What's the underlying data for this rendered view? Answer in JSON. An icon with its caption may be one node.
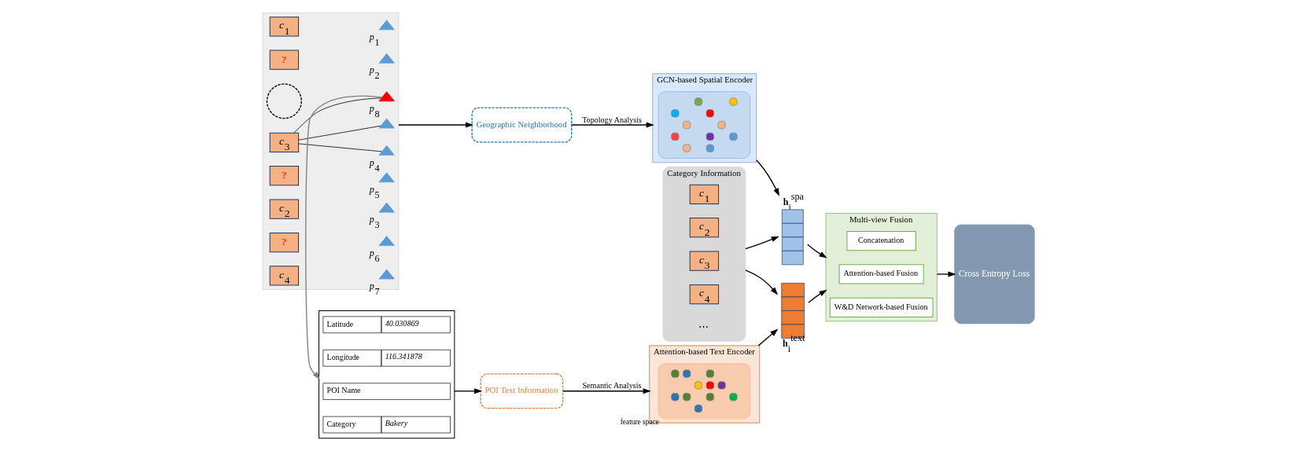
{
  "diagram": {
    "nodes": [
      {
        "text": [],
        "shape": "picture"
      },
      {
        "text": [
          "*c*$_{1}$"
        ],
        "in": 0
      },
      {
        "text": [],
        "shape": "triangle",
        "in": 0,
        "beside": [
          "*p*$_{1}$"
        ]
      },
      {
        "text": [
          "?"
        ],
        "in": 0
      },
      {
        "text": [],
        "shape": "triangle",
        "in": 0,
        "beside": [
          "*p*$_{2}$"
        ]
      },
      {
        "text": [],
        "shape": "circle",
        "in": 0
      },
      {
        "text": [
          "*c*$_{3}$"
        ],
        "in": 0
      },
      {
        "text": [
          "?"
        ],
        "in": 0
      },
      {
        "text": [],
        "shape": "triangle",
        "in": 0,
        "beside": [
          "*p*$_{4}$"
        ]
      },
      {
        "text": [],
        "shape": "triangle",
        "in": 0
      },
      {
        "text": [],
        "shape": "triangle",
        "in": 0,
        "beside": [
          "*p*$_{5}$"
        ]
      },
      {
        "text": [],
        "shape": "triangle",
        "in": 0,
        "beside": [
          "*p*$_{8}$"
        ]
      },
      {
        "text": [
          "*c*$_{2}$"
        ],
        "in": 0
      },
      {
        "text": [],
        "shape": "triangle",
        "in": 0,
        "beside": [
          "*p*$_{3}$"
        ]
      },
      {
        "text": [
          "?"
        ],
        "in": 0
      },
      {
        "text": [
          "*c*$_{4}$"
        ],
        "in": 0
      },
      {
        "text": [],
        "shape": "triangle",
        "in": 0,
        "beside": [
          "*p*$_{6}$"
        ]
      },
      {
        "text": [],
        "shape": "triangle",
        "in": 0,
        "beside": [
          "*p*$_{7}$"
        ]
      },
      {
        "text": [],
        "shape": "box"
      },
      {
        "text": [
          "Latitude",
          "40.030869"
        ],
        "in": 18
      },
      {
        "text": [
          "Longitude",
          "116.341878"
        ],
        "in": 18
      },
      {
        "text": [
          "POI Name"
        ],
        "in": 18
      },
      {
        "text": [
          "Category",
          "Bakery"
        ],
        "in": 18
      },
      {
        "text": [
          "Geographic Neighborhood"
        ]
      },
      {
        "text": [
          "POI Text Information"
        ]
      },
      {
        "text": [
          "GCN-based Spatial Encoder"
        ]
      },
      {
        "text": [],
        "shape": "picture",
        "in": 25
      },
      {
        "text": [
          "Category Information"
        ]
      },
      {
        "text": [
          "*c*$_{1}$"
        ],
        "in": 27
      },
      {
        "text": [
          "*c*$_{2}$"
        ],
        "in": 27
      },
      {
        "text": [
          "*c*$_{3}$"
        ],
        "in": 27
      },
      {
        "text": [
          "*c*$_{4}$"
        ],
        "in": 27
      },
      {
        "text": [
          "⋯"
        ],
        "in": 27
      },
      {
        "text": [
          "Attention-based Text Encoder"
        ]
      },
      {
        "text": [],
        "shape": "picture",
        "in": 33,
        "beside": [
          "feature space"
        ]
      },
      {
        "text": [],
        "shape": "bar",
        "beside": [
          "**h**$_{i}$$^{spa}$"
        ]
      },
      {
        "text": [],
        "shape": "bar",
        "beside": [
          "**h**$_{i}$$^{text}$"
        ]
      },
      {
        "text": [
          "Multi-view Fusion"
        ]
      },
      {
        "text": [
          "Concatenation"
        ],
        "in": 37
      },
      {
        "text": [
          "Attention-based Fusion"
        ],
        "in": 37
      },
      {
        "text": [
          "W&D Network-based Fusion"
        ],
        "in": 37
      },
      {
        "text": [
          "Cross Entropy Loss"
        ]
      }
    ],
    "edges": [
      {
        "from": 0,
        "to": 23,
        "arrow": "to"
      },
      {
        "from": 6,
        "to": 8,
        "arrow": "none"
      },
      {
        "from": 6,
        "to": 9,
        "arrow": "none"
      },
      {
        "from": 6,
        "to": 11,
        "arrow": "none"
      },
      {
        "from": 11,
        "to": 18,
        "arrow": "to",
        "color": "#7f7f7f"
      },
      {
        "from": 18,
        "to": 24,
        "arrow": "to"
      },
      {
        "from": 23,
        "to": 25,
        "arrow": "to",
        "label": "Topology Analysis"
      },
      {
        "from": 24,
        "to": 33,
        "arrow": "to",
        "label": "Semantic Analysis"
      },
      {
        "from": 25,
        "to": 35,
        "arrow": "to"
      },
      {
        "from": 33,
        "to": 36,
        "arrow": "to"
      },
      {
        "from": 27,
        "to": 35,
        "arrow": "to"
      },
      {
        "from": 27,
        "to": 36,
        "arrow": "to"
      },
      {
        "from": 35,
        "to": 37,
        "arrow": "to"
      },
      {
        "from": 36,
        "to": 37,
        "arrow": "to"
      },
      {
        "from": 37,
        "to": 41,
        "arrow": "to"
      }
    ]
  }
}
